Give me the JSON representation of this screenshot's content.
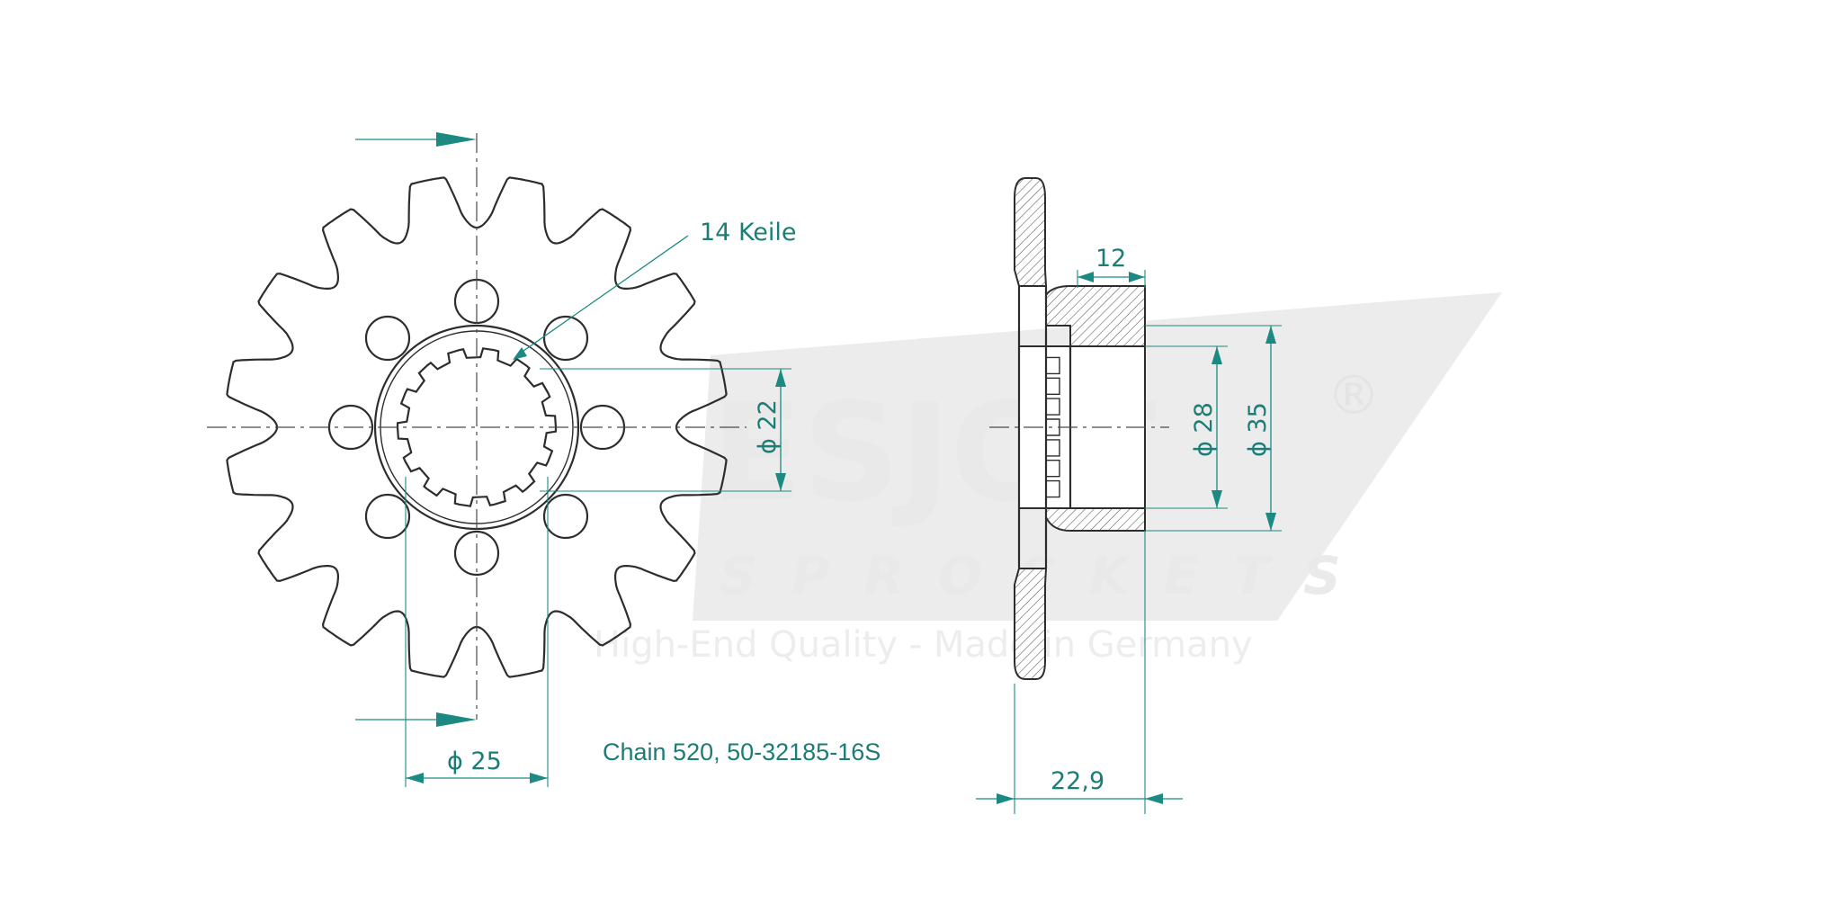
{
  "colors": {
    "accent": "#1c8a82",
    "outline": "#2d2d2d",
    "watermark": "#ececec"
  },
  "watermark": {
    "brand": "ESJOT",
    "registered": "®",
    "subtitle": "SPROCKETS",
    "tagline": "High-End Quality - Made in Germany"
  },
  "annotations": {
    "keys_callout": "14 Keile",
    "dia_22": "ϕ 22",
    "dia_25": "ϕ 25",
    "dia_28": "ϕ 28",
    "dia_35": "ϕ 35",
    "width_12": "12",
    "width_22_9": "22,9"
  },
  "caption": "Chain 520, 50-32185-16S",
  "sprocket": {
    "teeth": 16,
    "splines": 14,
    "lightening_holes": 8
  }
}
